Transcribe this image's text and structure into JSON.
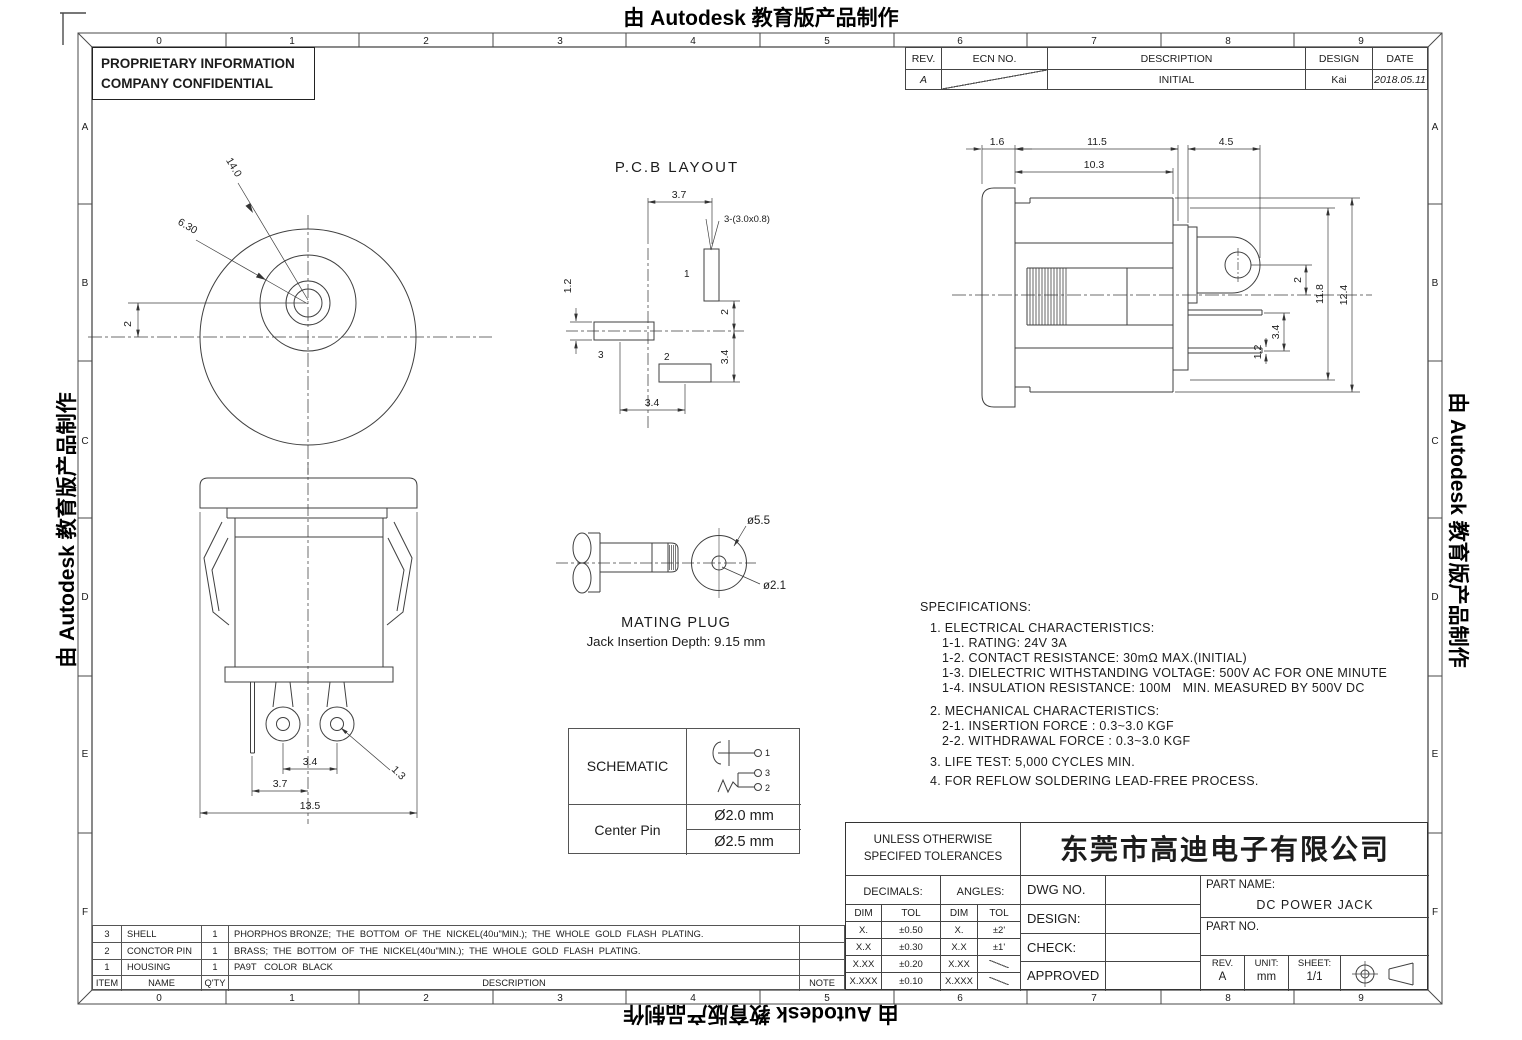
{
  "watermark": {
    "text": "由 Autodesk 教育版产品制作"
  },
  "zones": {
    "cols": [
      "0",
      "1",
      "2",
      "3",
      "4",
      "5",
      "6",
      "7",
      "8",
      "9"
    ],
    "rows": [
      "A",
      "B",
      "C",
      "D",
      "E",
      "F"
    ]
  },
  "proprietary": {
    "line1": "PROPRIETARY INFORMATION",
    "line2": "COMPANY CONFIDENTIAL"
  },
  "revision_table": {
    "rev_header": "REV.",
    "ecn_header": "ECN NO.",
    "desc_header": "DESCRIPTION",
    "design_header": "DESIGN",
    "date_header": "DATE",
    "row": {
      "rev": "A",
      "description": "INITIAL",
      "design": "Kai",
      "date": "2018.05.11"
    }
  },
  "front_view": {
    "dim_outer": "14.0",
    "dim_inner": "6.30",
    "dim_offset": "2"
  },
  "pcb_layout": {
    "title": "P.C.B LAYOUT",
    "dim_top": "3.7",
    "pad_note": "3-(3.0x0.8)",
    "dim_left": "1.2",
    "dim_right_upper": "2",
    "dim_right_lower": "3.4",
    "dim_bottom": "3.4",
    "pad1": "1",
    "pad2": "2",
    "pad3": "3"
  },
  "front_elevation": {
    "dim_pitch": "3.4",
    "dim_offset": "3.7",
    "dim_width": "13.5",
    "dim_hole": "1.3"
  },
  "side_view": {
    "dim_cap": "1.6",
    "dim_body": "11.5",
    "dim_lug": "4.5",
    "dim_barrel": "10.3",
    "dim_hole_offset": "2",
    "dim_height_inner": "11.8",
    "dim_height_outer": "12.4",
    "dim_pin_gap": "3.4",
    "dim_pin_thk": "1.2"
  },
  "mating_plug": {
    "dim_outer": "ø5.5",
    "dim_pin": "ø2.1",
    "title": "MATING PLUG",
    "subtitle": "Jack Insertion Depth: 9.15 mm"
  },
  "specifications": {
    "lines": [
      "SPECIFICATIONS:",
      "1. ELECTRICAL CHARACTERISTICS:",
      "1-1. RATING: 24V 3A",
      "1-2. CONTACT RESISTANCE: 30mΩ MAX.(INITIAL)",
      "1-3. DIELECTRIC WITHSTANDING VOLTAGE: 500V AC FOR ONE MINUTE",
      "1-4. INSULATION RESISTANCE: 100M   MIN. MEASURED BY 500V DC",
      "2. MECHANICAL CHARACTERISTICS:",
      "2-1. INSERTION FORCE : 0.3~3.0 KGF",
      "2-2. WITHDRAWAL FORCE : 0.3~3.0 KGF",
      "3. LIFE TEST: 5,000 CYCLES MIN.",
      "4. FOR REFLOW SOLDERING LEAD-FREE PROCESS."
    ]
  },
  "schematic_table": {
    "schematic_label": "SCHEMATIC",
    "center_pin_label": "Center Pin",
    "pin1": "1",
    "pin2": "2",
    "pin3": "3",
    "dia_small": "Ø2.0 mm",
    "dia_large": "Ø2.5 mm"
  },
  "title_block": {
    "tol_line1": "UNLESS OTHERWISE",
    "tol_line2": "SPECIFED TOLERANCES",
    "company": "东莞市高迪电子有限公司",
    "decimals_label": "DECIMALS:",
    "angles_label": "ANGLES:",
    "dim_h": "DIM",
    "tol_h": "TOL",
    "dec_rows": [
      [
        "X.",
        "±0.50"
      ],
      [
        "X.X",
        "±0.30"
      ],
      [
        "X.XX",
        "±0.20"
      ],
      [
        "X.XXX",
        "±0.10"
      ]
    ],
    "ang_rows": [
      [
        "X.",
        "±2'"
      ],
      [
        "X.X",
        "±1'"
      ],
      [
        "X.XX",
        ""
      ],
      [
        "X.XXX",
        ""
      ]
    ],
    "dwg_no": "DWG NO.",
    "design": "DESIGN:",
    "check": "CHECK:",
    "approved": "APPROVED",
    "part_name_label": "PART NAME:",
    "part_name": "DC POWER JACK",
    "part_no_label": "PART NO.",
    "rev_label": "REV.",
    "rev": "A",
    "unit_label": "UNIT:",
    "unit": "mm",
    "sheet_label": "SHEET:",
    "sheet": "1/1"
  },
  "parts_table": {
    "headers": {
      "item": "ITEM",
      "name": "NAME",
      "qty": "Q'TY",
      "desc": "DESCRIPTION",
      "note": "NOTE"
    },
    "rows": [
      {
        "item": "3",
        "name": "SHELL",
        "qty": "1",
        "desc": "PHORPHOS BRONZE;  THE  BOTTOM  OF  THE  NICKEL(40u\"MIN.);  THE  WHOLE  GOLD  FLASH  PLATING."
      },
      {
        "item": "2",
        "name": "CONCTOR PIN",
        "qty": "1",
        "desc": "BRASS;  THE  BOTTOM  OF  THE  NICKEL(40u\"MIN.);  THE  WHOLE  GOLD  FLASH  PLATING."
      },
      {
        "item": "1",
        "name": "HOUSING",
        "qty": "1",
        "desc": "PA9T   COLOR  BLACK"
      }
    ]
  }
}
